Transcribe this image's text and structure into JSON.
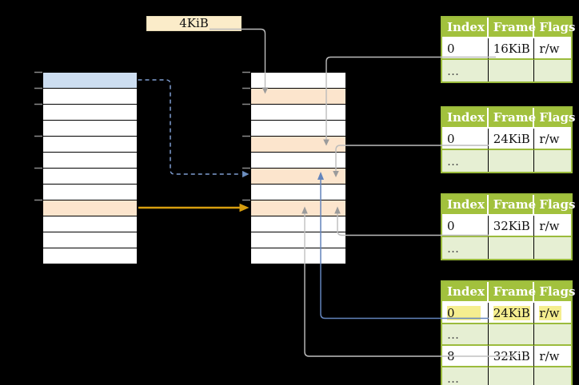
{
  "size_label": "4KiB",
  "stacks": {
    "left": {
      "semantic": "virtual-memory-stack",
      "rows": [
        "blue",
        "white",
        "white",
        "white",
        "white",
        "white",
        "white",
        "white",
        "orange",
        "white",
        "white",
        "white"
      ]
    },
    "middle": {
      "semantic": "physical-memory-stack",
      "rows": [
        "white",
        "orange",
        "white",
        "white",
        "orange",
        "white",
        "orange",
        "white",
        "orange",
        "white",
        "white",
        "white"
      ]
    }
  },
  "tables": [
    {
      "headers": [
        "Index",
        "Frame",
        "Flags"
      ],
      "rows": [
        {
          "cells": [
            "0",
            "16KiB",
            "r/w"
          ]
        },
        {
          "cells": [
            "…",
            "",
            ""
          ],
          "muted": true
        }
      ]
    },
    {
      "headers": [
        "Index",
        "Frame",
        "Flags"
      ],
      "rows": [
        {
          "cells": [
            "0",
            "24KiB",
            "r/w"
          ]
        },
        {
          "cells": [
            "…",
            "",
            ""
          ],
          "muted": true
        }
      ]
    },
    {
      "headers": [
        "Index",
        "Frame",
        "Flags"
      ],
      "rows": [
        {
          "cells": [
            "0",
            "32KiB",
            "r/w"
          ]
        },
        {
          "cells": [
            "…",
            "",
            ""
          ],
          "muted": true
        }
      ]
    },
    {
      "headers": [
        "Index",
        "Frame",
        "Flags"
      ],
      "rows": [
        {
          "cells": [
            "0",
            "24KiB",
            "r/w"
          ],
          "highlight": true
        },
        {
          "cells": [
            "…",
            "",
            ""
          ],
          "muted": true
        },
        {
          "cells": [
            "8",
            "32KiB",
            "r/w"
          ]
        },
        {
          "cells": [
            "…",
            "",
            ""
          ],
          "muted": true
        }
      ]
    }
  ],
  "connections": [
    {
      "from": "size-label",
      "to": "physical-frame-4KiB",
      "style": "gray-solid"
    },
    {
      "from": "table-1-row-0",
      "to": "physical-frame-16KiB",
      "style": "gray-solid"
    },
    {
      "from": "table-2-row-0",
      "to": "physical-frame-24KiB",
      "style": "gray-solid"
    },
    {
      "from": "table-3-row-0",
      "to": "physical-frame-32KiB",
      "style": "gray-solid"
    },
    {
      "from": "table-4-row-0",
      "to": "physical-frame-24KiB",
      "style": "blue-solid"
    },
    {
      "from": "table-4-row-8",
      "to": "physical-frame-32KiB",
      "style": "gray-solid"
    },
    {
      "from": "virtual-page-blue",
      "to": "physical-frame-24KiB",
      "style": "blue-dashed"
    },
    {
      "from": "virtual-page-orange",
      "to": "physical-frame-32KiB",
      "style": "orange-solid"
    }
  ],
  "colors": {
    "background": "#000000",
    "highlight_yellow": "#F5EE8F",
    "page_blue": "#CDDEF1",
    "frame_orange": "#FCE5CD",
    "label_cream": "#FBECC9",
    "table_header_green": "#A2C13D",
    "table_border_green": "#9BBB3C",
    "table_muted_green": "#E6EFD3",
    "arrow_gray": "#BCBCBC",
    "arrow_blue": "#6384BC",
    "arrow_dashed_blue": "#7F9DD1",
    "arrow_orange": "#D89E0F",
    "tick_gray": "#8A8A8A"
  }
}
